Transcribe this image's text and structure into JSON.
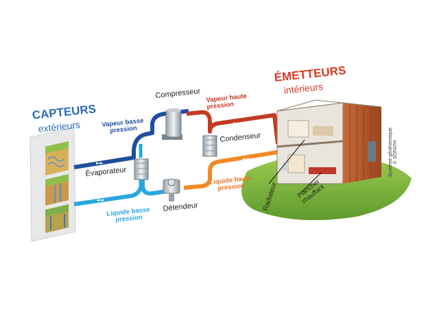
{
  "captors": {
    "title": "CAPTEURS",
    "subtitle": "extérieurs"
  },
  "emitters": {
    "title": "ÉMETTEURS",
    "subtitle": "intérieurs"
  },
  "components": {
    "compressor": "Compresseur",
    "condenser": "Condenseur",
    "evaporator": "Évaporateur",
    "expansion_valve": "Détendeur",
    "radiator": "Radiateur",
    "floor_heating": [
      "Plancher",
      "chauffant"
    ]
  },
  "flows": {
    "vapor_low": [
      "Vapeur basse",
      "pression"
    ],
    "vapor_high": [
      "Vapeur haute",
      "pression"
    ],
    "liquid_high": [
      "Liquide haute",
      "pression"
    ],
    "liquid_low": [
      "Liquide basse",
      "pression"
    ]
  },
  "credit": [
    "Système géothermique",
    "© SOFATH"
  ],
  "colors": {
    "captors_blue": "#2a6cb8",
    "emitters_red": "#d63a26",
    "pipe_dark_blue": "#1f4f9c",
    "pipe_light_blue": "#2aa6dd",
    "pipe_red": "#c43a22",
    "pipe_orange": "#f08a24",
    "grass": "#8bc34a",
    "wood": "#b85a2a"
  }
}
